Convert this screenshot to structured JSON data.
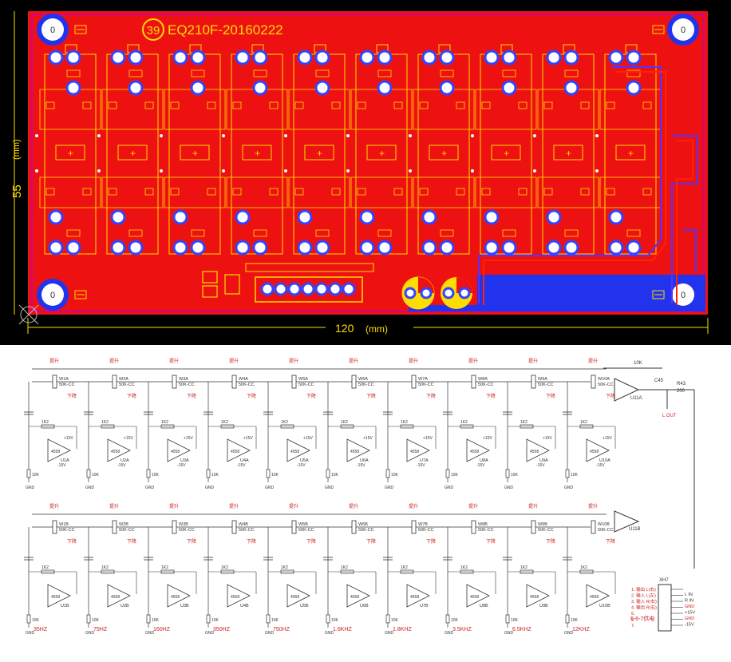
{
  "pcb": {
    "board_label": "EQ210F-20160222",
    "circle_badge": "39",
    "width_dim": "120",
    "height_dim": "55",
    "unit": "(mm)",
    "mount_hole": "0",
    "channel_count": 10
  },
  "schematic": {
    "pot_top": "提升",
    "pot_bottom": "下降",
    "pot_value": "50K-CC",
    "opamp": "4558",
    "vpos": "+15V",
    "vneg": "-15V",
    "gnd": "GND",
    "resistor_1k2": "1K2",
    "resistor_10k": "10K",
    "upper_pots": [
      "W1A",
      "W2A",
      "W3A",
      "W4A",
      "W5A",
      "W6A",
      "W7A",
      "W8A",
      "W9A",
      "W10A"
    ],
    "lower_pots": [
      "W1B",
      "W2B",
      "W3B",
      "W4B",
      "W5B",
      "W6B",
      "W7B",
      "W8B",
      "W9B",
      "W10B"
    ],
    "upper_chips": [
      "U1A",
      "U2A",
      "U3A",
      "U4A",
      "U5A",
      "U6A",
      "U7A",
      "U8A",
      "U9A",
      "U10A"
    ],
    "lower_chips": [
      "U1B",
      "U2B",
      "U3B",
      "U4B",
      "U5B",
      "U6B",
      "U7B",
      "U8B",
      "U9B",
      "U10B"
    ],
    "bands": [
      "35HZ",
      "75HZ",
      "160HZ",
      "350HZ",
      "750HZ",
      "1.6KHZ",
      "1.8KHZ",
      "3.5KHZ",
      "6.5KHZ",
      "12KHZ"
    ],
    "output_chip": "U11A",
    "output_chip_b": "U11B",
    "output_cap": "C45",
    "output_res": "R43",
    "output_res_value": "200",
    "output_label": "L OUT",
    "header_ref": "XH7",
    "header_pins": [
      "1. 输出 L(右)",
      "2. 输入 L(左)",
      "3. 输入 R(右)",
      "4. 输出 R(右)",
      "5.",
      "6.",
      "7."
    ],
    "header_nets": [
      "L IN",
      "R IN",
      "GND",
      "+15V",
      "GND",
      "-15V"
    ],
    "header_note": "5-6-7供电"
  }
}
